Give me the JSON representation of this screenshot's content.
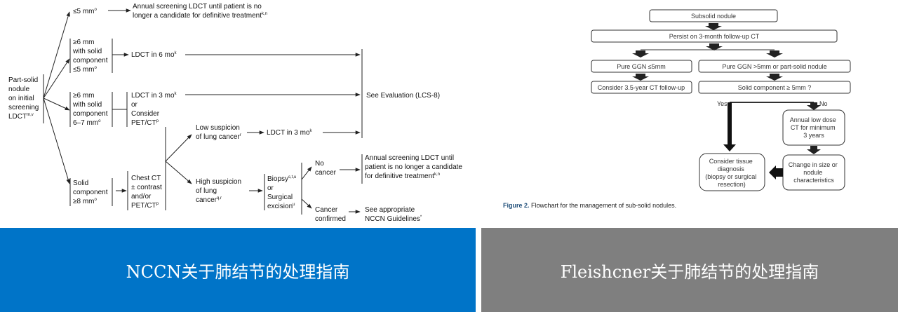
{
  "nccn": {
    "start": [
      "Part-solid",
      "nodule",
      "on initial",
      "screening",
      "LDCT"
    ],
    "start_sup": "m,v",
    "b1": {
      "label": "≤5 mm",
      "label_sup": "o",
      "outcome": [
        "Annual screening LDCT until patient is no",
        "longer a candidate for definitive treatment"
      ],
      "outcome_sup": "k,n"
    },
    "b2": {
      "label": [
        "≥6 mm",
        "with solid",
        "component",
        "≤5 mm"
      ],
      "label_sup": "o",
      "action": "LDCT in 6 mo",
      "action_sup": "k"
    },
    "b3": {
      "label": [
        "≥6 mm",
        "with solid",
        "component",
        "6–7 mm"
      ],
      "label_sup": "o",
      "action": [
        "LDCT in 3 mo",
        "or",
        "Consider",
        "PET/CT"
      ],
      "action_sup1": "k",
      "action_sup4": "p"
    },
    "see_eval": "See Evaluation (LCS-8)",
    "low": {
      "label": [
        "Low suspicion",
        "of lung cancer"
      ],
      "label_sup": "r",
      "action": "LDCT in 3 mo",
      "action_sup": "k"
    },
    "b4": {
      "label": [
        "Solid",
        "component",
        "≥8 mm"
      ],
      "label_sup": "o",
      "action": [
        "Chest CT",
        "± contrast",
        "and/or",
        "PET/CT"
      ],
      "action_sup": "p"
    },
    "high": {
      "label": [
        "High suspicion",
        "of lung",
        "cancer"
      ],
      "label_sup": "q,r"
    },
    "biopsy": {
      "lines": [
        "Biopsy",
        "or",
        "Surgical",
        "excision"
      ],
      "sup1": "s,t,u",
      "sup4": "u"
    },
    "no_cancer": {
      "label": [
        "No",
        "cancer"
      ],
      "outcome": [
        "Annual screening LDCT until",
        "patient is no longer a candidate",
        "for definitive treatment"
      ],
      "outcome_sup": "k,n"
    },
    "cancer_confirmed": {
      "label": [
        "Cancer",
        "confirmed"
      ],
      "outcome": [
        "See appropriate",
        "NCCN Guidelines"
      ],
      "outcome_sup": "*"
    }
  },
  "fleischner": {
    "subsolid": "Subsolid nodule",
    "persist": "Persist on 3-month follow-up CT",
    "pure_ggn_small": "Pure GGN ≤5mm",
    "pure_ggn_large": "Pure GGN >5mm or part-solid nodule",
    "followup_35": "Consider 3.5-year CT follow-up",
    "solid_component": "Solid component ≥ 5mm ?",
    "yes": "Yes",
    "no": "No",
    "annual": [
      "Annual low dose",
      "CT for minimum",
      "3 years"
    ],
    "change": [
      "Change in size or",
      "nodule",
      "characteristics"
    ],
    "tissue": [
      "Consider tissue",
      "diagnosis",
      "(biopsy or surgical",
      "resection)"
    ],
    "caption_bold": "Figure 2.",
    "caption_text": " Flowchart for the management of sub-solid nodules."
  },
  "banners": {
    "left": "NCCN关于肺结节的处理指南",
    "right": "Fleishcner关于肺结节的处理指南"
  },
  "colors": {
    "banner_left": "#0074c8",
    "banner_right": "#7f7f7f",
    "fleischner_caption": "#1f4e79",
    "line": "#222222"
  }
}
